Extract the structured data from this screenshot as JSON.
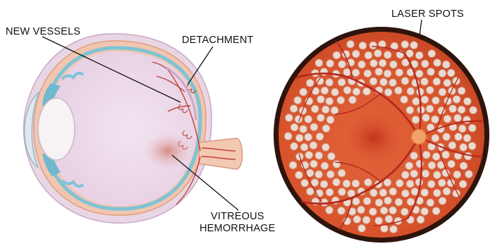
{
  "labels": {
    "new_vessels": "NEW VESSELS",
    "detachment": "DETACHMENT",
    "laser_spots": "LASER SPOTS",
    "vitreous_line1": "VITREOUS",
    "vitreous_line2": "HEMORRHAGE"
  },
  "colors": {
    "fundus": "#d9542c",
    "fundus_edge": "#3a1a10",
    "laser_spot": "#ecd9cf",
    "vessel": "#b3261e",
    "macula": "#c7401e",
    "eye_vitreous": "#f0dcec",
    "retina_blue": "#7fc3d6",
    "hemorrhage": "#d99488"
  },
  "icons": [
    "eyeball-cross-section-illustration",
    "fundus-laser-photocoagulation-illustration"
  ]
}
